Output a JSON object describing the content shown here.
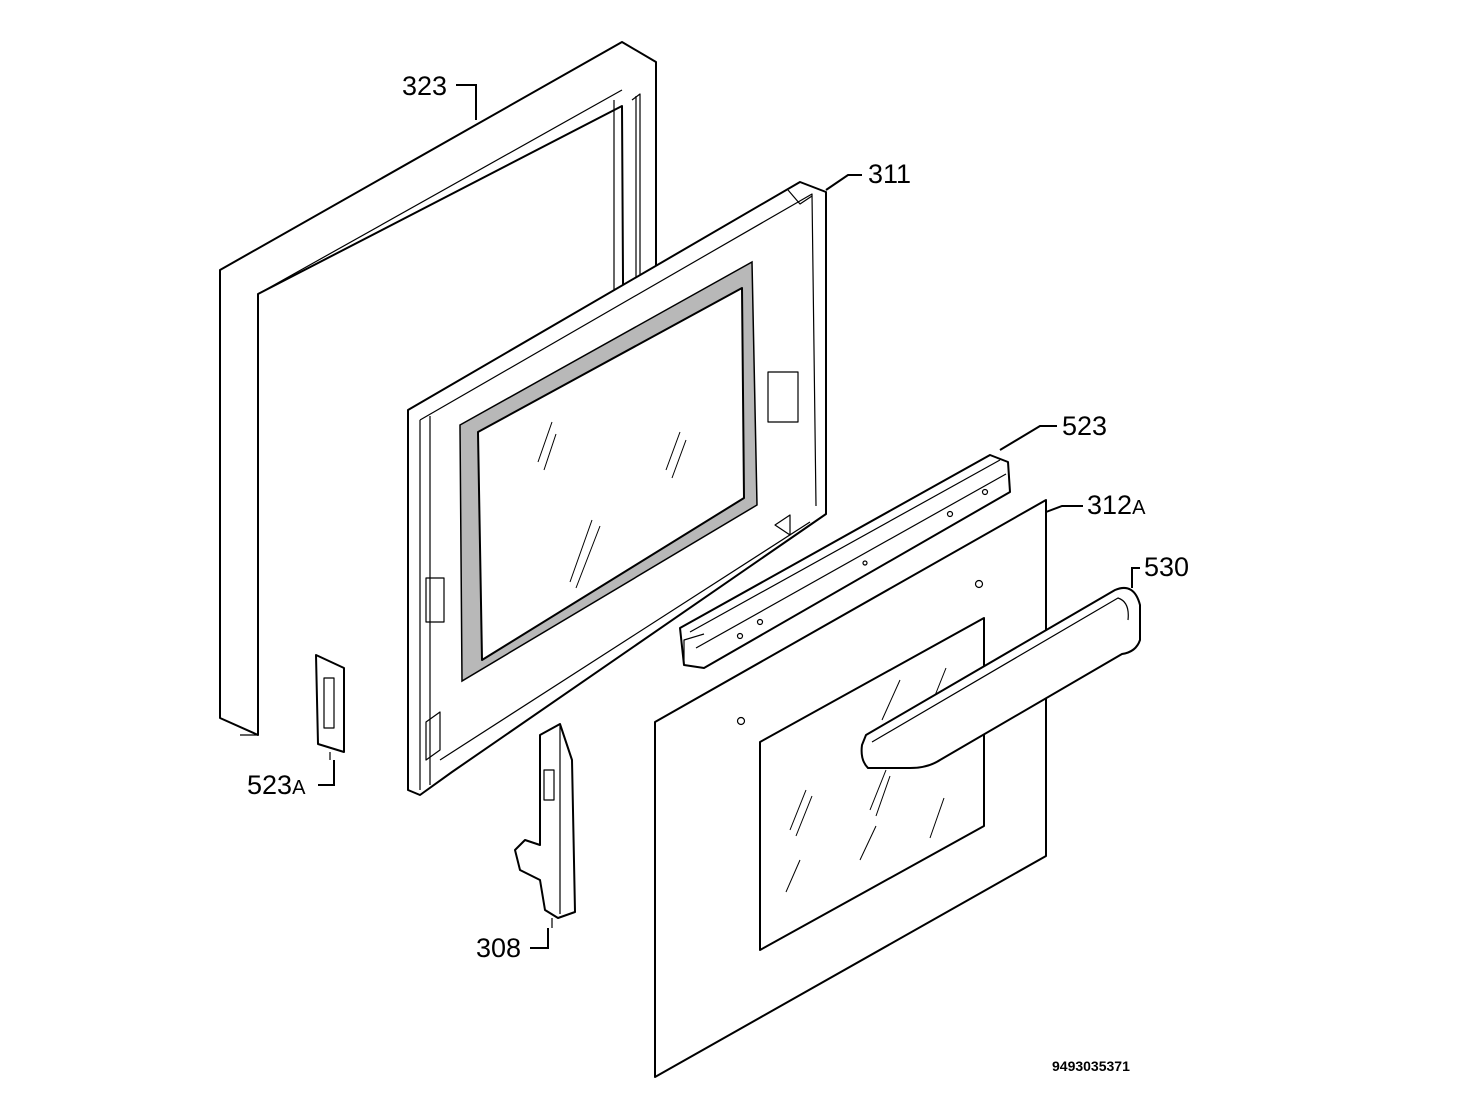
{
  "diagram": {
    "parts": [
      {
        "id": "323",
        "suffix": ""
      },
      {
        "id": "311",
        "suffix": ""
      },
      {
        "id": "523",
        "suffix": ""
      },
      {
        "id": "312",
        "suffix": "A"
      },
      {
        "id": "530",
        "suffix": ""
      },
      {
        "id": "523",
        "suffix": "A"
      },
      {
        "id": "308",
        "suffix": ""
      }
    ],
    "document_number": "9493035371"
  }
}
